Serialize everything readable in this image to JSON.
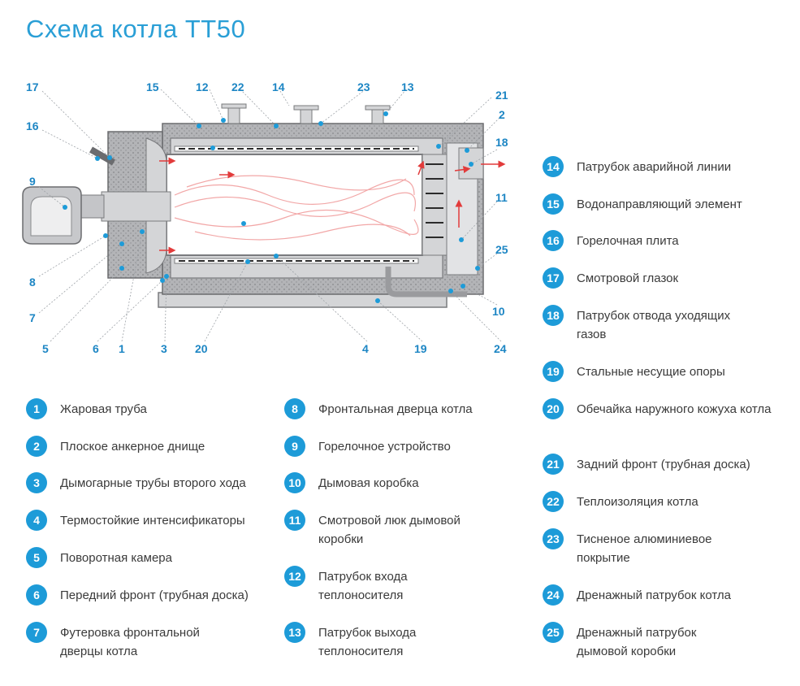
{
  "title": "Схема котла ТТ50",
  "callouts": {
    "n17": "17",
    "n15": "15",
    "n12": "12",
    "n22": "22",
    "n14": "14",
    "n23": "23",
    "n13": "13",
    "n21": "21",
    "n2": "2",
    "n16": "16",
    "n18": "18",
    "n9": "9",
    "n11": "11",
    "n25": "25",
    "n8": "8",
    "n7": "7",
    "n10": "10",
    "n5": "5",
    "n6": "6",
    "n1": "1",
    "n3": "3",
    "n20": "20",
    "n4": "4",
    "n19": "19",
    "n24": "24"
  },
  "legend": [
    {
      "num": "1",
      "text": "Жаровая труба"
    },
    {
      "num": "2",
      "text": "Плоское анкерное днище"
    },
    {
      "num": "3",
      "text": "Дымогарные трубы второго хода"
    },
    {
      "num": "4",
      "text": "Термостойкие интенсификаторы"
    },
    {
      "num": "5",
      "text": "Поворотная камера"
    },
    {
      "num": "6",
      "text": "Передний фронт (трубная доска)"
    },
    {
      "num": "7",
      "text": "Футеровка фронтальной дверцы котла"
    },
    {
      "num": "8",
      "text": "Фронтальная дверца котла"
    },
    {
      "num": "9",
      "text": "Горелочное устройство"
    },
    {
      "num": "10",
      "text": "Дымовая коробка"
    },
    {
      "num": "11",
      "text": "Смотровой люк дымовой коробки"
    },
    {
      "num": "12",
      "text": "Патрубок входа теплоносителя"
    },
    {
      "num": "13",
      "text": "Патрубок выхода теплоносителя"
    },
    {
      "num": "14",
      "text": "Патрубок аварийной линии"
    },
    {
      "num": "15",
      "text": "Водонаправляющий элемент"
    },
    {
      "num": "16",
      "text": "Горелочная плита"
    },
    {
      "num": "17",
      "text": "Смотровой глазок"
    },
    {
      "num": "18",
      "text": "Патрубок отвода уходящих газов"
    },
    {
      "num": "19",
      "text": "Стальные несущие опоры"
    },
    {
      "num": "20",
      "text": "Обечайка наружного кожуха котла"
    },
    {
      "num": "21",
      "text": "Задний фронт (трубная доска)"
    },
    {
      "num": "22",
      "text": "Теплоизоляция котла"
    },
    {
      "num": "23",
      "text": "Тисненое алюминиевое покрытие"
    },
    {
      "num": "24",
      "text": "Дренажный патрубок котла"
    },
    {
      "num": "25",
      "text": "Дренажный патрубок дымовой коробки"
    }
  ],
  "colors": {
    "accent": "#1d9bd8",
    "title": "#2a9fd6",
    "boiler_gray": "#d4d5d7",
    "insulation": "#a9aaad",
    "flame": "#e23b3b"
  }
}
